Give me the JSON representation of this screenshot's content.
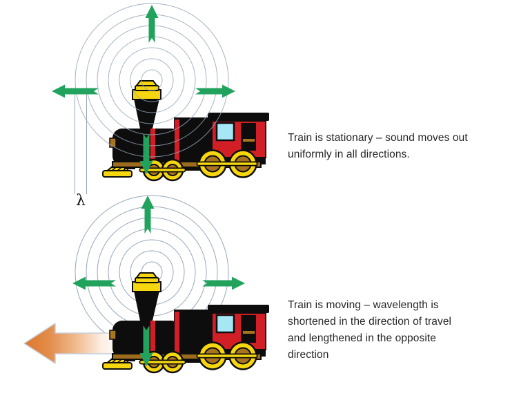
{
  "slide": {
    "background": "#FFFFFF",
    "top_section": {
      "caption_lines": [
        "Train is stationary – sound moves out",
        "uniformly in all directions."
      ],
      "wavelength_label": "λ"
    },
    "bottom_section": {
      "caption_lines": [
        "Train is moving – wavelength is",
        "shortened in the direction of travel",
        "and lengthened in the opposite",
        "direction"
      ]
    },
    "colors": {
      "arrow_green": "#21A35D",
      "wave_line": "#95A6BA",
      "motion_arrow_orange": "#DD7A2E",
      "train_black": "#0d0d0d",
      "train_red": "#D21F26",
      "train_yellow": "#F6D60E",
      "train_brown": "#A9741F",
      "window_blue": "#A6E6F5",
      "text_color": "#262626"
    }
  }
}
